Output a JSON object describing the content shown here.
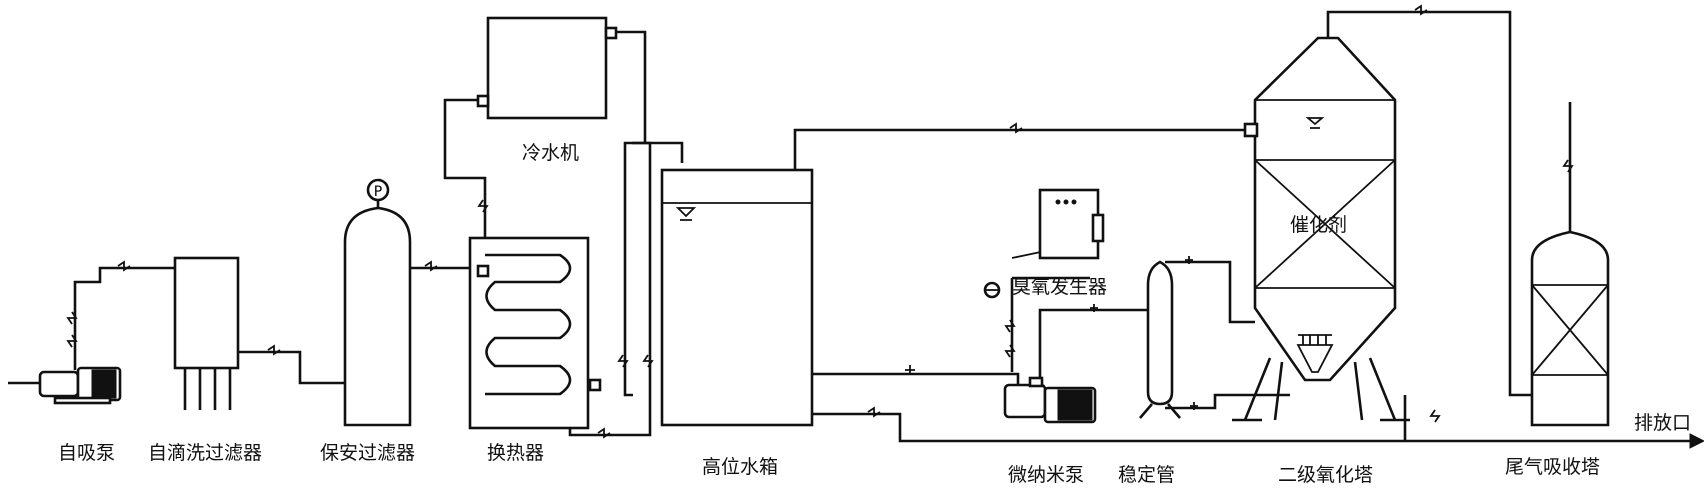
{
  "labels": {
    "self_priming_pump": "自吸泵",
    "self_cleaning_filter": "自滴洗过滤器",
    "security_filter": "保安过滤器",
    "heat_exchanger": "换热器",
    "chiller": "冷水机",
    "high_water_tank": "高位水箱",
    "ozone_generator": "臭氧发生器",
    "micro_nano_pump": "微纳米泵",
    "stabilizer_tube": "稳定管",
    "catalyst": "催化剂",
    "secondary_oxidation_tower": "二级氧化塔",
    "tail_gas_absorption_tower": "尾气吸收塔",
    "discharge_outlet": "排放口"
  },
  "gauge_symbol": "P",
  "colors": {
    "line": "#111111",
    "background": "#ffffff"
  }
}
